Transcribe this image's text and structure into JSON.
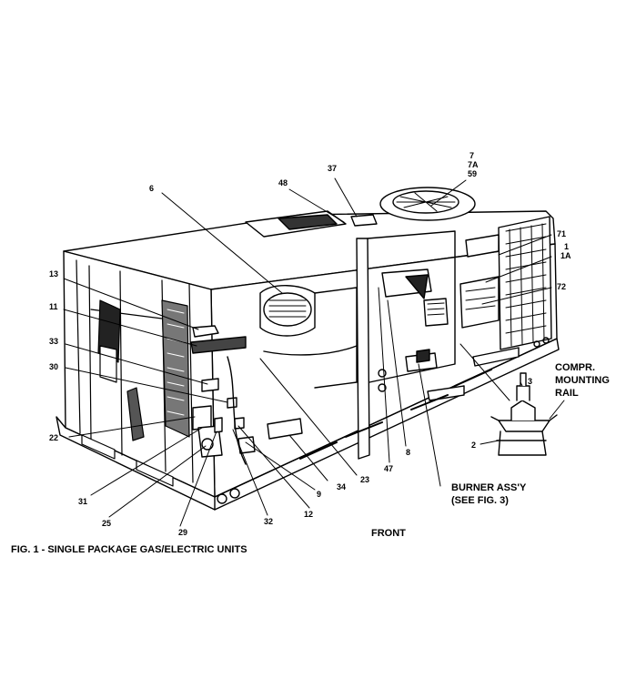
{
  "caption": "FIG. 1 - SINGLE PACKAGE GAS/ELECTRIC UNITS",
  "front_label": "FRONT",
  "annotations": {
    "burner_line1": "BURNER ASS'Y",
    "burner_line2": "(SEE FIG. 3)",
    "compr_line1": "COMPR.",
    "compr_line2": "MOUNTING",
    "compr_line3": "RAIL"
  },
  "callouts": {
    "c6": "6",
    "c48": "48",
    "c37": "37",
    "c7": "7",
    "c7A": "7A",
    "c59": "59",
    "c71": "71",
    "c1": "1",
    "c1A": "1A",
    "c72": "72",
    "c13": "13",
    "c11": "11",
    "c33": "33",
    "c30": "30",
    "c22": "22",
    "c31": "31",
    "c25": "25",
    "c29": "29",
    "c32": "32",
    "c12": "12",
    "c9": "9",
    "c34": "34",
    "c23": "23",
    "c47": "47",
    "c8": "8",
    "c3": "3",
    "c2": "2"
  }
}
